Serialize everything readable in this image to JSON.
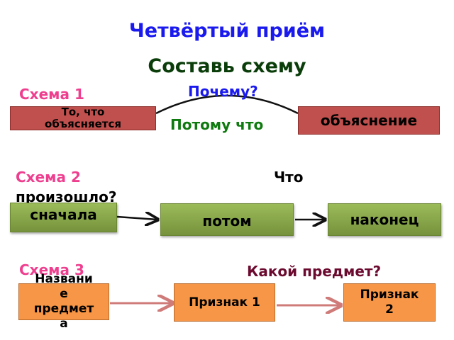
{
  "title": "Четвёртый приём",
  "subtitle": "Составь схему",
  "colors": {
    "title": "#1a1aee",
    "subtitle": "#0a3d0a",
    "scheme_label": "#ee3f8f",
    "question_blue": "#1a1aee",
    "answer_green": "#0f7a0f",
    "question_dark_red": "#6b0a2e",
    "red_box": "#c0504d",
    "green_box": "#8db048",
    "orange_box": "#f79646"
  },
  "scheme1": {
    "label": "Схема 1",
    "question": "Почему?",
    "connector": "Потому что",
    "box_left": "То, что объясняется",
    "box_right": "объяснение"
  },
  "scheme2": {
    "label": "Схема 2",
    "question_line1": "Что",
    "question_line2": "произошло?",
    "boxes": [
      "сначала",
      "потом",
      "наконец"
    ]
  },
  "scheme3": {
    "label": "Схема 3",
    "question": "Какой предмет?",
    "box1": [
      "Названи",
      "е",
      "предмет",
      "а"
    ],
    "box2": "Признак 1",
    "box3": [
      "Признак",
      "2"
    ]
  }
}
